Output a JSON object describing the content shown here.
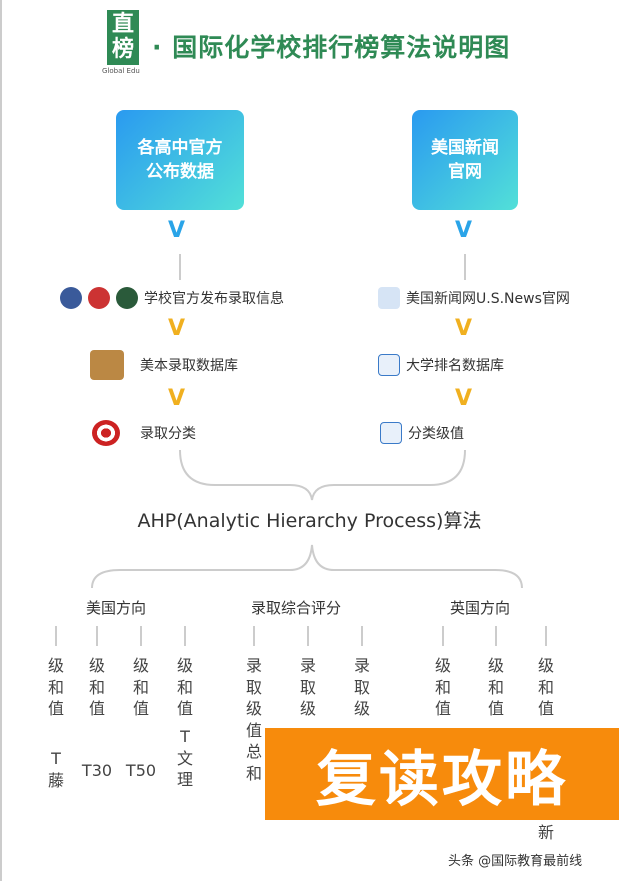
{
  "logo": {
    "text": "直榜",
    "sub": "Global Edu"
  },
  "title": "· 国际化学校排行榜算法说明图",
  "sources": [
    "各高中官方\n公布数据",
    "美国新闻\n官网"
  ],
  "left_steps": [
    "学校官方发布录取信息",
    "美本录取数据库",
    "录取分类"
  ],
  "right_steps": [
    "美国新闻网U.S.News官网",
    "大学排名数据库",
    "分类级值"
  ],
  "algorithm": "AHP(Analytic Hierarchy Process)算法",
  "groups": [
    "美国方向",
    "录取综合评分",
    "英国方向"
  ],
  "columns": [
    [
      "级和值",
      "T藤"
    ],
    [
      "级和值",
      "T30"
    ],
    [
      "级和值",
      "T50"
    ],
    [
      "级和值",
      "T文理"
    ],
    [
      "录取级值总和",
      ""
    ],
    [
      "录取级",
      ""
    ],
    [
      "录取级",
      ""
    ],
    [
      "级和值",
      ""
    ],
    [
      "级和值",
      ""
    ],
    [
      "级和值",
      "新"
    ]
  ],
  "banner": "复读攻略",
  "watermark": "头条 @国际教育最前线",
  "colors": {
    "brand": "#2f8a55",
    "chevron_blue": "#2aa4e8",
    "chevron_gold": "#f0b020",
    "banner": "#f78b0c"
  }
}
